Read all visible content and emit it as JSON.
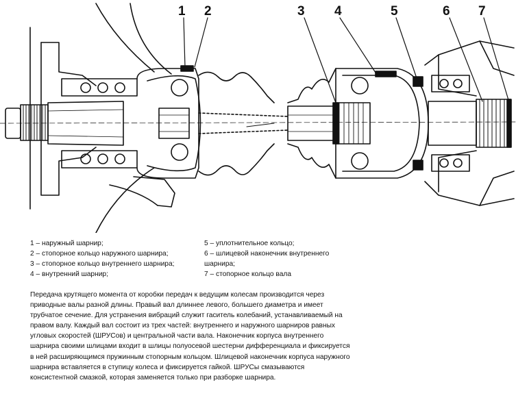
{
  "figure": {
    "callouts": [
      "1",
      "2",
      "3",
      "4",
      "5",
      "6",
      "7"
    ]
  },
  "legend": {
    "left": [
      "1 – наружный шарнир;",
      "2 – стопорное кольцо наружного шарнира;",
      "3 – стопорное кольцо внутреннего шарнира;",
      "4 – внутренний шарнир;"
    ],
    "right": [
      "5 – уплотнительное кольцо;",
      "6 – шлицевой наконечник внутреннего шарнира;",
      "7 – стопорное кольцо вала"
    ]
  },
  "description": "Передача крутящего момента от коробки передач к ведущим колесам производится через приводные валы разной длины. Правый вал длиннее левого, большего диаметра и имеет трубчатое сечение. Для устранения вибраций служит гаситель колебаний, устанавливаемый на правом валу. Каждый вал состоит из трех частей: внутреннего и наружного шарниров равных угловых скоростей (ШРУСов) и центральной части вала. Наконечник корпуса внутреннего шарнира своими шлицами входит в шлицы полуосевой шестерни дифференциала и фиксируется в ней расширяющимся пружинным стопорным кольцом. Шлицевой наконечник корпуса наружного шарнира вставляется в ступицу колеса и фиксируется гайкой. ШРУСы смазываются консистентной смазкой, которая заменяется только при разборке шарнира."
}
